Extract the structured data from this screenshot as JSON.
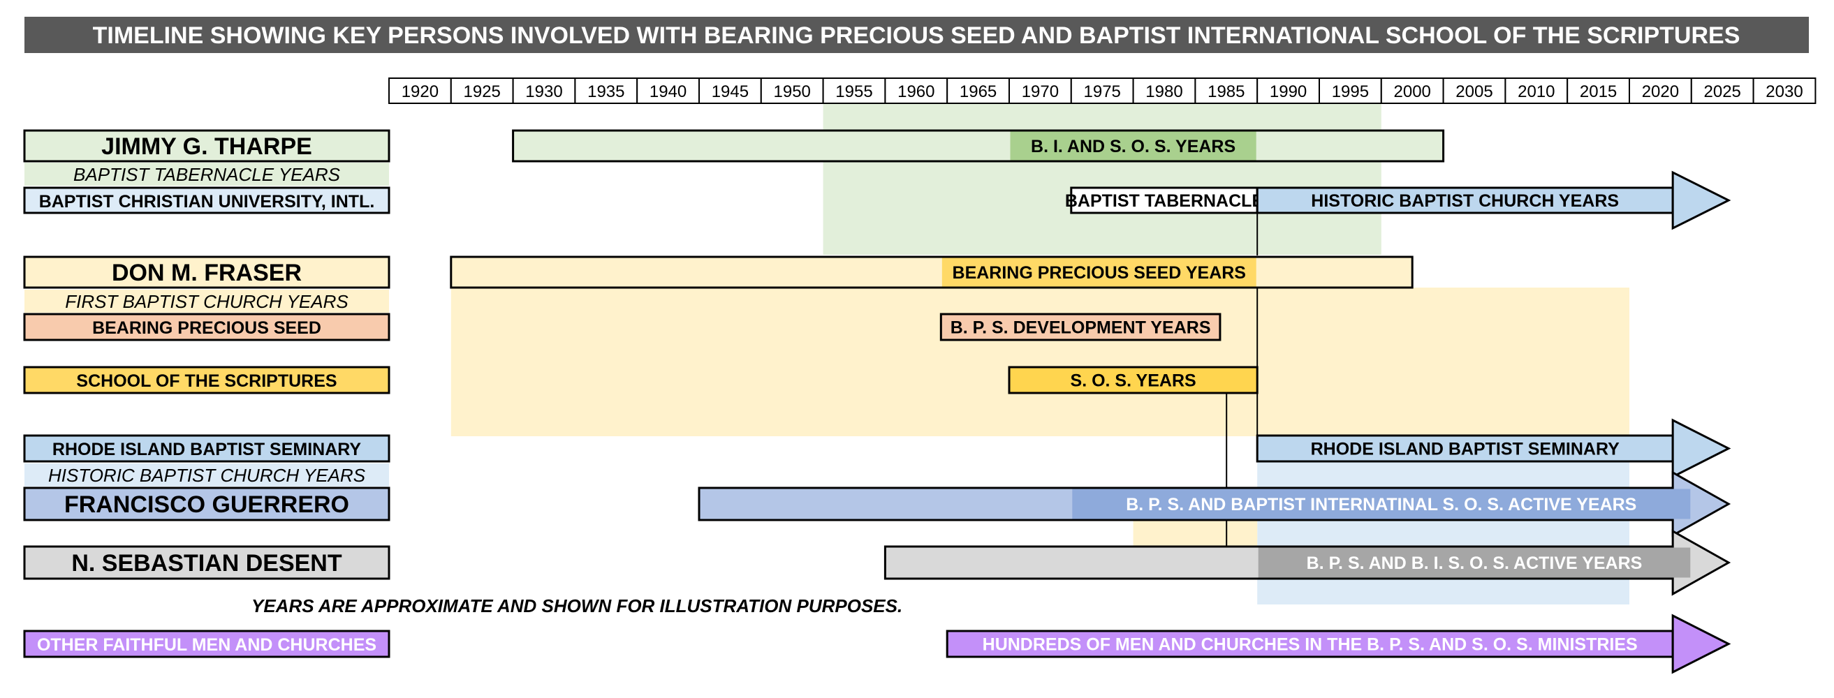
{
  "title": "TIMELINE SHOWING KEY PERSONS INVOLVED WITH BEARING PRECIOUS SEED AND BAPTIST INTERNATIONAL SCHOOL OF THE SCRIPTURES",
  "years": [
    "1920",
    "1925",
    "1930",
    "1935",
    "1940",
    "1945",
    "1950",
    "1955",
    "1960",
    "1965",
    "1970",
    "1975",
    "1980",
    "1985",
    "1990",
    "1995",
    "2000",
    "2005",
    "2010",
    "2015",
    "2020",
    "2025",
    "2030"
  ],
  "colors": {
    "green_light": "#e2efda",
    "green_mid": "#a9d08e",
    "blue_light": "#ddebf7",
    "blue_mid": "#bdd7ee",
    "periwinkle": "#b4c6e7",
    "periwinkle_dark": "#8eaadb",
    "tan_light": "#fff2cc",
    "gold": "#ffd966",
    "gold_bright": "#ffd54f",
    "salmon": "#f8cbad",
    "gray_light": "#d9d9d9",
    "gray_dark": "#a6a6a6",
    "purple": "#c390f9",
    "title_bg": "#595959"
  },
  "labels": {
    "tharpe_name": "JIMMY G. THARPE",
    "tharpe_sub": "BAPTIST TABERNACLE YEARS",
    "bcu": "BAPTIST CHRISTIAN UNIVERSITY, INTL.",
    "fraser_name": "DON M. FRASER",
    "fraser_sub": "FIRST BAPTIST CHURCH YEARS",
    "bps": "BEARING PRECIOUS SEED",
    "sos": "SCHOOL OF THE SCRIPTURES",
    "ribs": "RHODE ISLAND BAPTIST SEMINARY",
    "ribs_sub": "HISTORIC BAPTIST CHURCH YEARS",
    "guerrero_name": "FRANCISCO GUERRERO",
    "desent_name": "N. SEBASTIAN DESENT",
    "note": "YEARS ARE APPROXIMATE AND SHOWN FOR ILLUSTRATION PURPOSES.",
    "other": "OTHER FAITHFUL MEN AND CHURCHES"
  },
  "bands": [
    {
      "name": "tharpe-era-band",
      "start": 1955,
      "end": 2000,
      "color": "green_light"
    },
    {
      "name": "fraser-era-band",
      "start": 1925,
      "end": 2020,
      "color": "tan_light"
    },
    {
      "name": "guerrero-era-band",
      "start": 1990,
      "end": 2020,
      "color": "blue_light"
    },
    {
      "name": "desent-era-band",
      "start": 1980,
      "end": 1990,
      "color": "tan_light"
    }
  ],
  "bars": [
    {
      "name": "tharpe-bar",
      "row": "tharpe",
      "start": 1930,
      "end": 2005,
      "fill": "green_light",
      "text": ""
    },
    {
      "name": "bi-sos-years-bar",
      "row": "tharpe",
      "start": 1970,
      "end": 1990,
      "fill": "green_mid",
      "text": "B. I. AND S. O. S. YEARS",
      "noStroke": true
    },
    {
      "name": "baptist-tabernacle-bar",
      "row": "bcu",
      "start": 1975,
      "end": 1990,
      "fill": "white",
      "text": "BAPTIST TABERNACLE"
    },
    {
      "name": "historic-baptist-church-bar",
      "row": "bcu",
      "start": 1990,
      "end": 2025,
      "fill": "blue_mid",
      "text": "HISTORIC BAPTIST CHURCH YEARS",
      "arrow": true
    },
    {
      "name": "fraser-bar",
      "row": "fraser",
      "start": 1925,
      "end": 2002.5,
      "fill": "tan_light",
      "text": ""
    },
    {
      "name": "bearing-precious-seed-years-bar",
      "row": "fraser",
      "start": 1964.5,
      "end": 1990,
      "fill": "gold",
      "text": "BEARING PRECIOUS SEED YEARS",
      "noStroke": true
    },
    {
      "name": "bps-development-years-bar",
      "row": "bps",
      "start": 1964.5,
      "end": 1987,
      "fill": "salmon",
      "text": "B. P. S. DEVELOPMENT YEARS"
    },
    {
      "name": "sos-years-bar",
      "row": "sos",
      "start": 1970,
      "end": 1990,
      "fill": "gold_bright",
      "text": "S. O. S. YEARS"
    },
    {
      "name": "ribs-bar",
      "row": "ribs",
      "start": 1990,
      "end": 2025,
      "fill": "blue_mid",
      "text": "RHODE ISLAND BAPTIST SEMINARY",
      "arrow": true
    },
    {
      "name": "guerrero-bar",
      "row": "guerrero",
      "start": 1945,
      "end": 2025,
      "fill": "periwinkle",
      "text": "",
      "arrow": true
    },
    {
      "name": "guerrero-active-bar",
      "row": "guerrero",
      "start": 1975,
      "end": 2025,
      "fill": "periwinkle_dark",
      "text": "B. P. S. AND BAPTIST INTERNATINAL S. O. S. ACTIVE YEARS",
      "noStroke": true,
      "textColor": "#ffffff"
    },
    {
      "name": "desent-bar",
      "row": "desent",
      "start": 1960,
      "end": 2025,
      "fill": "gray_light",
      "text": "",
      "arrow": true
    },
    {
      "name": "desent-active-bar",
      "row": "desent",
      "start": 1990,
      "end": 2025,
      "fill": "gray_dark",
      "text": "B. P. S. AND B. I. S. O. S. ACTIVE YEARS",
      "noStroke": true,
      "textColor": "#ffffff"
    },
    {
      "name": "other-men-bar",
      "row": "other",
      "start": 1965,
      "end": 2025,
      "fill": "purple",
      "text": "HUNDREDS OF MEN AND CHURCHES IN THE B. P. S. AND S. O. S. MINISTRIES",
      "arrow": true,
      "textColor": "#ffffff"
    }
  ]
}
